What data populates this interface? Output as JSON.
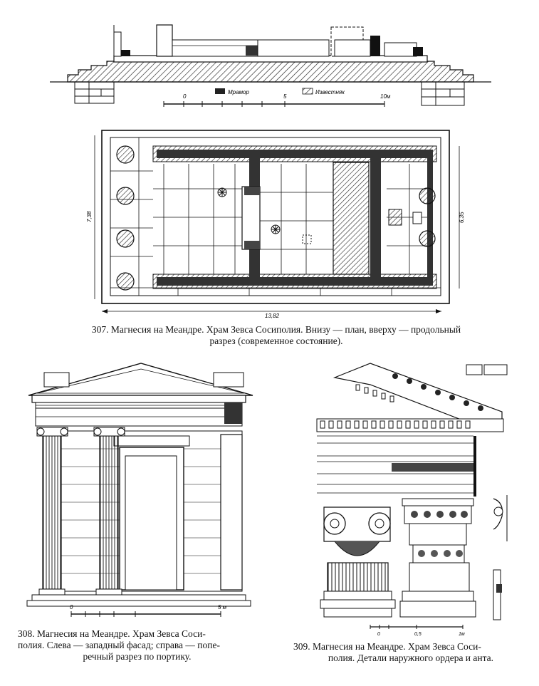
{
  "section_scale": {
    "ticks": [
      "0",
      "5",
      "10м"
    ],
    "legend": [
      "Мрамор",
      "Известняк"
    ]
  },
  "plan": {
    "width_label": "13,82",
    "left_height_label": "7,38",
    "right_height_label": "6,35"
  },
  "facade_scale": {
    "ticks": [
      "0",
      "5 м"
    ]
  },
  "detail_scale": {
    "ticks": [
      "0",
      "0,5",
      "1м"
    ]
  },
  "captions": {
    "fig307": {
      "line1": "307. Магнесия на Меандре. Храм Зевса Сосиполия. Внизу — план,  вверху — продольный",
      "line2": "разрез (современное состояние)."
    },
    "fig308": {
      "line1": "308. Магнесия на Меандре. Храм Зевса Соси-",
      "line2": "полия. Слева — западный фасад; справа — попе-",
      "line3": "речный разрез по портику."
    },
    "fig309": {
      "line1": "309. Магнесия на Меандре. Храм Зевса Соси-",
      "line2": "полия. Детали наружного ордера и анта."
    }
  }
}
